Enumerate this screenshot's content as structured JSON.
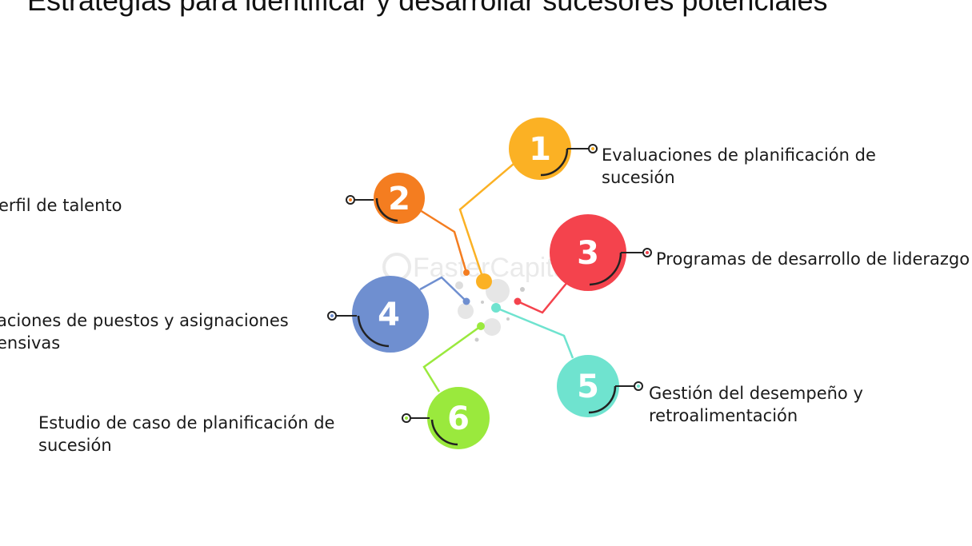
{
  "title": "Estrategias para identificar y desarrollar sucesores potenciales",
  "watermark": "FasterCapital",
  "steps": [
    {
      "number": "1",
      "color": "#fbb124",
      "label_lines": [
        "Evaluaciones de planificación de",
        "sucesión"
      ]
    },
    {
      "number": "2",
      "color": "#f47d20",
      "label_lines": [
        "erfil de talento"
      ]
    },
    {
      "number": "3",
      "color": "#f4434d",
      "label_lines": [
        "Programas de desarrollo de liderazgo"
      ]
    },
    {
      "number": "4",
      "color": "#6f8fd0",
      "label_lines": [
        "aciones de puestos y asignaciones",
        "ensivas"
      ]
    },
    {
      "number": "5",
      "color": "#6fe3cf",
      "label_lines": [
        "Gestión del desempeño y",
        "retroalimentación"
      ]
    },
    {
      "number": "6",
      "color": "#9ae93d",
      "label_lines": [
        "Estudio de caso de planificación de",
        "sucesión"
      ]
    }
  ]
}
